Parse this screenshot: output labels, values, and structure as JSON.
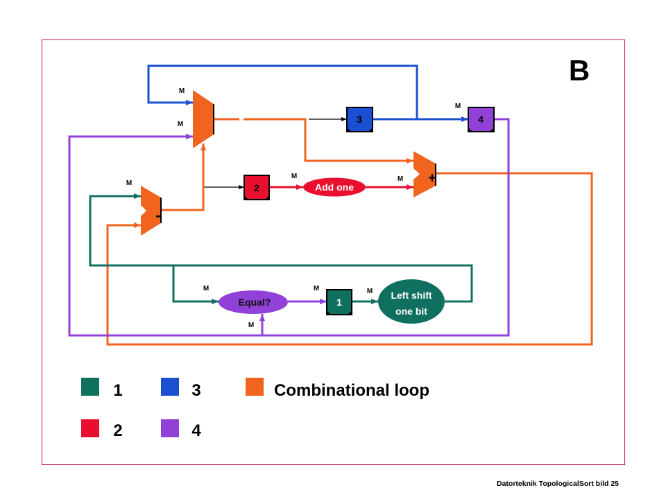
{
  "slide": {
    "letter": "B",
    "footer": "Datorteknik TopologicalSort bild 25"
  },
  "colors": {
    "orange": "#F0641E",
    "blue": "#1B4FD1",
    "red": "#E8102E",
    "purple": "#9140D8",
    "teal": "#10705F",
    "frame": "#C8103C",
    "black": "#000000"
  },
  "registers": {
    "r1": "1",
    "r2": "2",
    "r3": "3",
    "r4": "4"
  },
  "operators": {
    "adder": "+",
    "subtractor": "-"
  },
  "nodes": {
    "add_one": "Add one",
    "equal": "Equal?",
    "left_shift": [
      "Left shift",
      "one bit"
    ]
  },
  "select_labels": [
    "M",
    "M",
    "M",
    "M",
    "M",
    "M",
    "M",
    "M",
    "M",
    "M"
  ],
  "legend": [
    {
      "label": "1",
      "color": "#10705F"
    },
    {
      "label": "3",
      "color": "#1B4FD1"
    },
    {
      "label": "Combinational loop",
      "color": "#F0641E"
    },
    {
      "label": "2",
      "color": "#E8102E"
    },
    {
      "label": "4",
      "color": "#9140D8"
    }
  ]
}
